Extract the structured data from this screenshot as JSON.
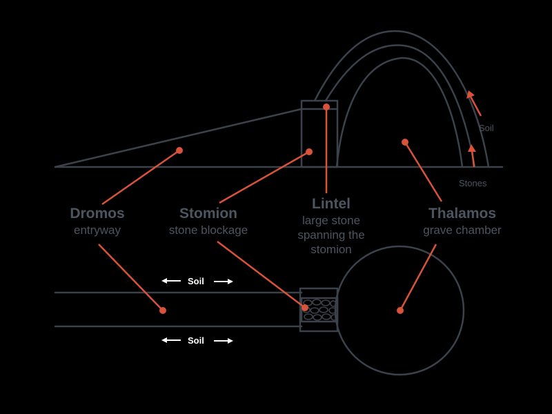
{
  "colors": {
    "background": "#000000",
    "structure": "#3b424b",
    "text": "#4d5560",
    "accent": "#d9533b",
    "arrow_white": "#ffffff"
  },
  "labels": {
    "dromos": {
      "title": "Dromos",
      "sub": "entryway"
    },
    "stomion": {
      "title": "Stomion",
      "sub": "stone blockage"
    },
    "lintel": {
      "title": "Lintel",
      "sub1": "large stone",
      "sub2": "spanning the",
      "sub3": "stomion"
    },
    "thalamos": {
      "title": "Thalamos",
      "sub": "grave chamber"
    }
  },
  "side_notes": {
    "soil": "Soil",
    "stones": "Stones"
  },
  "plan_notes": {
    "soil_top": "Soil",
    "soil_bottom": "Soil"
  }
}
